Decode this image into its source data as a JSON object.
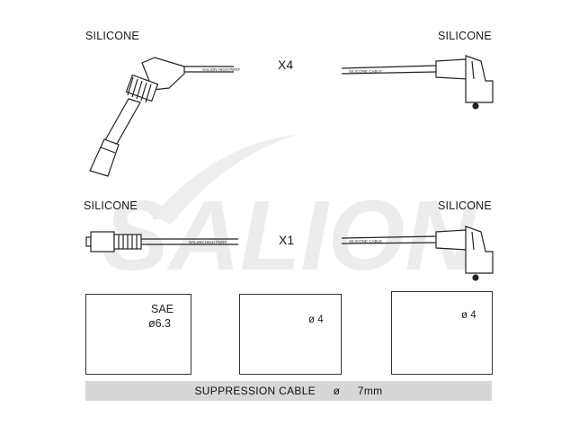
{
  "labels": {
    "top_left": "SILICONE",
    "top_right": "SILICONE",
    "mid_left": "SILICONE",
    "mid_right": "SILICONE"
  },
  "quantities": {
    "row1": "X4",
    "row2": "X1"
  },
  "watermark": "SALION",
  "cable_prints": {
    "left": "SALION HIGH PERF",
    "right": "SILICONE CABLE"
  },
  "boxes": {
    "plug": {
      "standard": "SAE",
      "diameter": "ø6.3"
    },
    "distributor": {
      "diameter": "ø 4"
    },
    "cap": {
      "diameter": "ø 4"
    }
  },
  "footer": {
    "left": "SUPPRESSION CABLE",
    "symbol": "ø",
    "right": "7mm"
  },
  "colors": {
    "ink": "#222222",
    "watermark": "#e9e9e9",
    "footer_bg": "#d7d7d7"
  }
}
